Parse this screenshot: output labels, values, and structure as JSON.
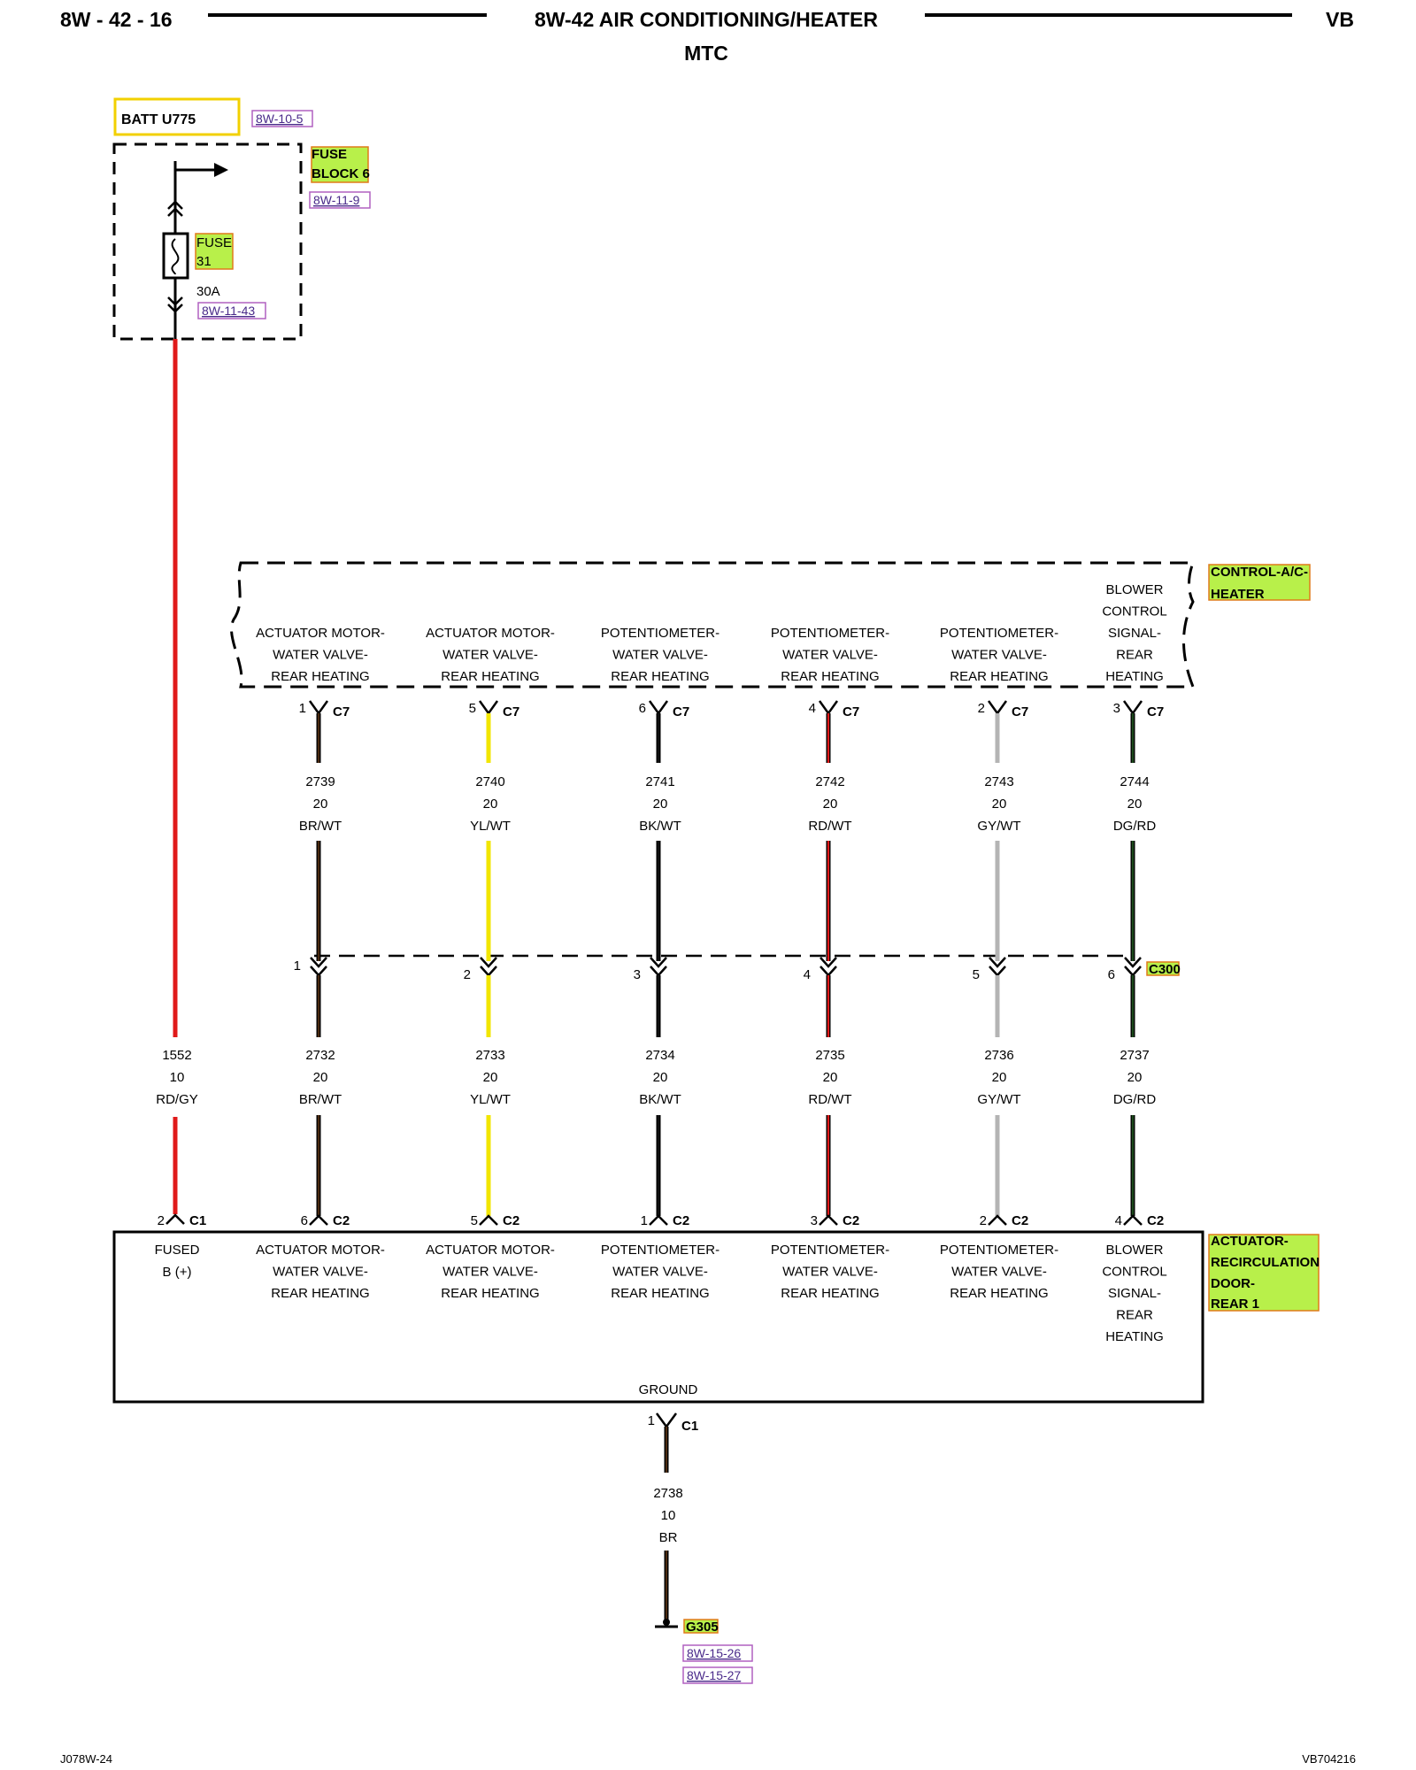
{
  "header": {
    "page_ref": "8W - 42 - 16",
    "title": "8W-42 AIR CONDITIONING/HEATER",
    "subtitle": "MTC",
    "model": "VB"
  },
  "footer": {
    "left": "J078W-24",
    "right": "VB704216"
  },
  "colors": {
    "RD": "#e01a1a",
    "YL": "#f2e600",
    "BK": "#111111",
    "BR": "#4a2a10",
    "GY": "#b4b4b4",
    "DG": "#1c4a1c",
    "WT": "#ffffff",
    "highlight": "#b8f04a",
    "highlight_border": "#e07a1a",
    "ref_border": "#b060c0",
    "batt_border": "#f2d000"
  },
  "power": {
    "batt_label": "BATT U775",
    "batt_ref": "8W-10-5",
    "fuse_block_label_1": "FUSE",
    "fuse_block_label_2": "BLOCK 6",
    "fuse_block_ref": "8W-11-9",
    "fuse_label_1": "FUSE",
    "fuse_label_2": "31",
    "fuse_rating": "30A",
    "fuse_ref": "8W-11-43",
    "feed_wire": {
      "circuit": "1552",
      "gauge": "10",
      "color_code": "RD/GY",
      "color": "RD"
    }
  },
  "control_module": {
    "label_1": "CONTROL-A/C-",
    "label_2": "HEATER",
    "pins": [
      {
        "lines": [
          "ACTUATOR MOTOR-",
          "WATER VALVE-",
          "REAR HEATING"
        ],
        "cavity": "1",
        "connector": "C7"
      },
      {
        "lines": [
          "ACTUATOR MOTOR-",
          "WATER VALVE-",
          "REAR HEATING"
        ],
        "cavity": "5",
        "connector": "C7"
      },
      {
        "lines": [
          "POTENTIOMETER-",
          "WATER VALVE-",
          "REAR HEATING"
        ],
        "cavity": "6",
        "connector": "C7"
      },
      {
        "lines": [
          "POTENTIOMETER-",
          "WATER VALVE-",
          "REAR HEATING"
        ],
        "cavity": "4",
        "connector": "C7"
      },
      {
        "lines": [
          "POTENTIOMETER-",
          "WATER VALVE-",
          "REAR HEATING"
        ],
        "cavity": "2",
        "connector": "C7"
      },
      {
        "lines": [
          "BLOWER",
          "CONTROL",
          "SIGNAL-",
          "REAR",
          "HEATING"
        ],
        "cavity": "3",
        "connector": "C7"
      }
    ]
  },
  "upper_wires": [
    {
      "circuit": "2739",
      "gauge": "20",
      "color_code": "BR/WT",
      "color": "BR"
    },
    {
      "circuit": "2740",
      "gauge": "20",
      "color_code": "YL/WT",
      "color": "YL"
    },
    {
      "circuit": "2741",
      "gauge": "20",
      "color_code": "BK/WT",
      "color": "BK"
    },
    {
      "circuit": "2742",
      "gauge": "20",
      "color_code": "RD/WT",
      "color": "RD"
    },
    {
      "circuit": "2743",
      "gauge": "20",
      "color_code": "GY/WT",
      "color": "GY"
    },
    {
      "circuit": "2744",
      "gauge": "20",
      "color_code": "DG/RD",
      "color": "DG"
    }
  ],
  "inline_connector": {
    "name": "C300",
    "cavities": [
      "1",
      "2",
      "3",
      "4",
      "5",
      "6"
    ]
  },
  "lower_wires": [
    {
      "circuit": "2732",
      "gauge": "20",
      "color_code": "BR/WT",
      "color": "BR"
    },
    {
      "circuit": "2733",
      "gauge": "20",
      "color_code": "YL/WT",
      "color": "YL"
    },
    {
      "circuit": "2734",
      "gauge": "20",
      "color_code": "BK/WT",
      "color": "BK"
    },
    {
      "circuit": "2735",
      "gauge": "20",
      "color_code": "RD/WT",
      "color": "RD"
    },
    {
      "circuit": "2736",
      "gauge": "20",
      "color_code": "GY/WT",
      "color": "GY"
    },
    {
      "circuit": "2737",
      "gauge": "20",
      "color_code": "DG/RD",
      "color": "DG"
    }
  ],
  "actuator_module": {
    "label_lines": [
      "ACTUATOR-",
      "RECIRCULATION",
      "DOOR-",
      "REAR 1"
    ],
    "feed_pin": {
      "lines": [
        "FUSED",
        "B (+)"
      ],
      "cavity": "2",
      "connector": "C1"
    },
    "pins": [
      {
        "lines": [
          "ACTUATOR MOTOR-",
          "WATER VALVE-",
          "REAR HEATING"
        ],
        "cavity": "6",
        "connector": "C2"
      },
      {
        "lines": [
          "ACTUATOR MOTOR-",
          "WATER VALVE-",
          "REAR HEATING"
        ],
        "cavity": "5",
        "connector": "C2"
      },
      {
        "lines": [
          "POTENTIOMETER-",
          "WATER VALVE-",
          "REAR HEATING"
        ],
        "cavity": "1",
        "connector": "C2"
      },
      {
        "lines": [
          "POTENTIOMETER-",
          "WATER VALVE-",
          "REAR HEATING"
        ],
        "cavity": "3",
        "connector": "C2"
      },
      {
        "lines": [
          "POTENTIOMETER-",
          "WATER VALVE-",
          "REAR HEATING"
        ],
        "cavity": "2",
        "connector": "C2"
      },
      {
        "lines": [
          "BLOWER",
          "CONTROL",
          "SIGNAL-",
          "REAR",
          "HEATING"
        ],
        "cavity": "4",
        "connector": "C2"
      }
    ],
    "ground_label": "GROUND",
    "ground_pin": {
      "cavity": "1",
      "connector": "C1"
    }
  },
  "ground": {
    "wire": {
      "circuit": "2738",
      "gauge": "10",
      "color_code": "BR",
      "color": "BR"
    },
    "point": "G305",
    "refs": [
      "8W-15-26",
      "8W-15-27"
    ]
  }
}
